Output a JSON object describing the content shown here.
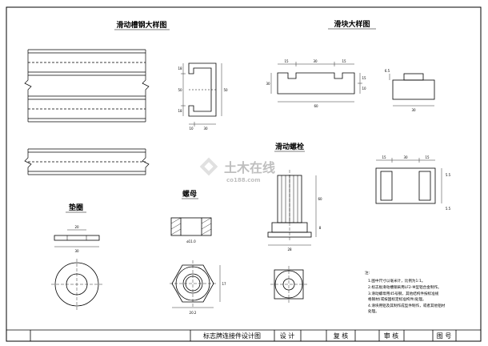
{
  "titles": {
    "channel_detail": "滑动槽钢大样图",
    "slider_detail": "滑块大样图",
    "sliding_bolt": "滑动螺栓",
    "nut": "螺母",
    "washer": "垫圈"
  },
  "dims": {
    "ch_left_1": "18",
    "ch_left_2": "50",
    "ch_left_3": "18",
    "ch_right": "50",
    "ch_bottom_1": "10",
    "ch_bottom_2": "30",
    "sl_top_1": "15",
    "sl_top_2": "30",
    "sl_top_3": "15",
    "sl_left": "30",
    "sl_right_1": "15",
    "sl_right_2": "10",
    "sl_bottom": "60",
    "sl_side_h": "6.5",
    "sl_side_w": "30",
    "sb_top_1": "15",
    "sb_top_2": "30",
    "sb_top_3": "15",
    "sb_right_1": "5.5",
    "sb_right_2": "5.5",
    "bolt_height": "60",
    "bolt_base": "28",
    "bolt_side": "8",
    "nut_width": "ø11.0",
    "nut_flat": "17",
    "nut_bottom": "20.2",
    "washer_top": "20",
    "washer_bottom": "30"
  },
  "notes": {
    "heading": "注:",
    "lines": [
      "1.图中尺寸以毫米计，比例为1:1。",
      "2.标志板滑动槽钢采用LF2-M型铝合金制作。",
      "3.滑动螺母用45号钢，其他结构件按标准规",
      "   格钢材(或按国标定标准构件)处理。",
      "4.滑块用铝及其制作成型件制作，或者其他铝材",
      "   处理。"
    ]
  },
  "title_block": {
    "drawing_name": "标志牌连接件设计图",
    "design": "设 计",
    "check": "复 核",
    "review": "审 核",
    "sheet_no": "图 号"
  },
  "watermark": {
    "name": "土木在线",
    "domain": "co188.com"
  }
}
